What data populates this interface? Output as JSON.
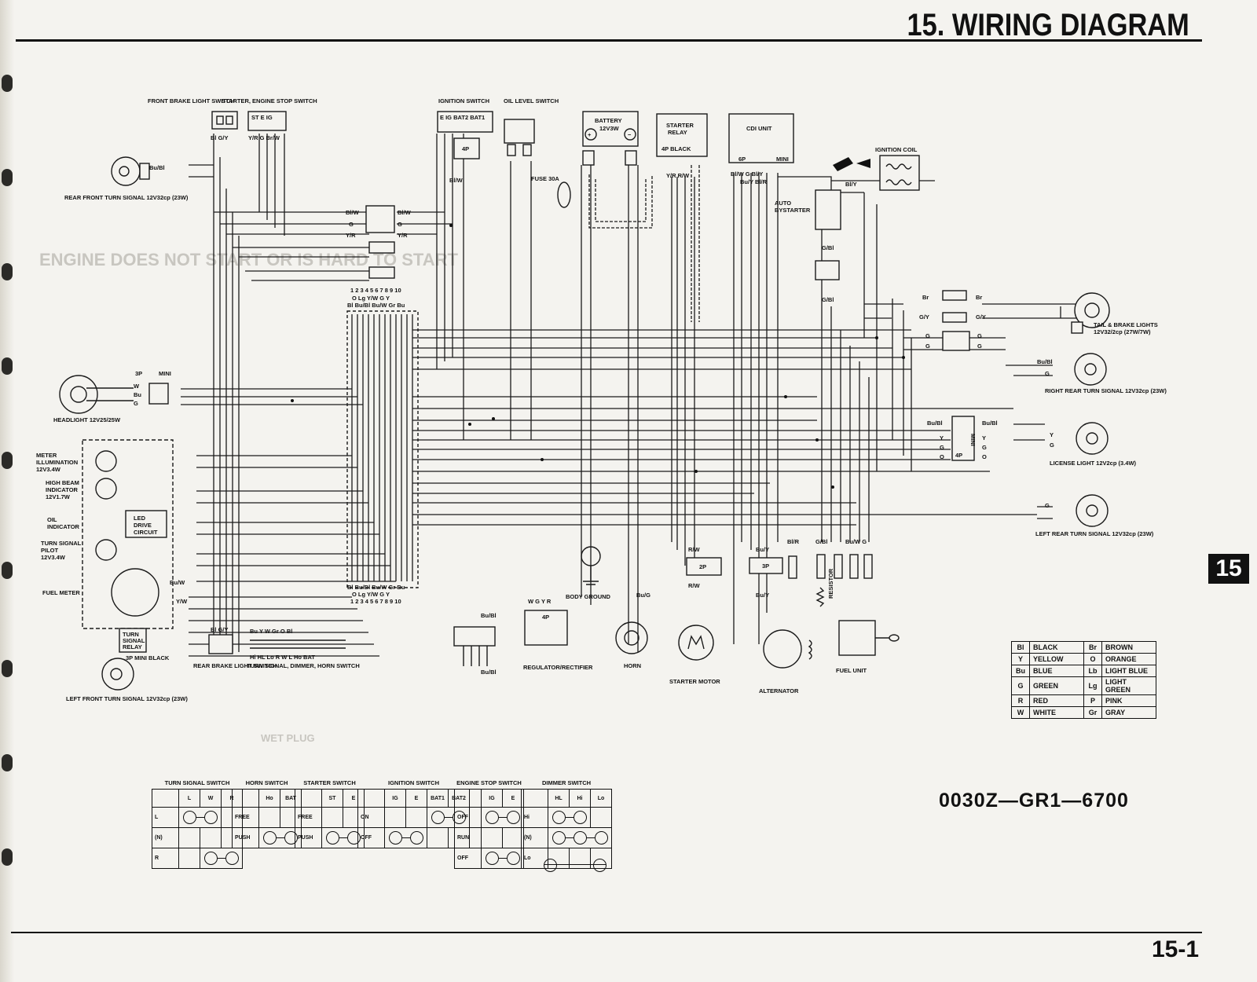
{
  "page": {
    "title": "15. WIRING DIAGRAM",
    "page_number": "15-1",
    "section_tab": "15",
    "part_number": "0030Z—GR1—6700"
  },
  "ghost_text": {
    "heading": "ENGINE DOES NOT START OR IS HARD TO START",
    "wet_plug": "WET PLUG"
  },
  "components": {
    "front_brake_light_switch": "FRONT BRAKE LIGHT SWITCH",
    "starter_engine_stop_switch": "STARTER, ENGINE STOP SWITCH",
    "ignition_switch": "IGNITION SWITCH",
    "oil_level_switch": "OIL LEVEL SWITCH",
    "battery": "BATTERY",
    "battery_rating": "12V3W",
    "starter_relay": "STARTER RELAY",
    "starter_relay_conn": "4P BLACK",
    "cdi_unit": "CDI UNIT",
    "ignition_coil": "IGNITION COIL",
    "auto_bystarter": "AUTO BYSTARTER",
    "fuse": "FUSE 30A",
    "rear_front_turn_signal": "REAR FRONT TURN SIGNAL  12V32cp (23W)",
    "headlight": "HEADLIGHT 12V25/25W",
    "headlight_conn_3p": "3P",
    "headlight_conn_mini": "MINI",
    "meter_illumination": "METER ILLUMINATION 12V3.4W",
    "high_beam_indicator": "HIGH BEAM INDICATOR 12V1.7W",
    "oil_indicator": "OIL INDICATOR",
    "led_drive_circuit": "LED DRIVE CIRCUIT",
    "turn_signal_pilot": "TURN SIGNAL PILOT 12V3.4W",
    "fuel_meter": "FUEL METER",
    "turn_signal_relay": "TURN SIGNAL RELAY",
    "conn_3p_mini_black": "3P  MINI  BLACK",
    "rear_brake_light_switch": "REAR BRAKE LIGHT SWITCH",
    "turn_dimmer_horn_switch": "TURN SIGNAL, DIMMER, HORN SWITCH",
    "left_front_turn_signal": "LEFT FRONT TURN SIGNAL 12V32cp (23W)",
    "body_ground": "BODY GROUND",
    "regulator_rectifier": "REGULATOR/RECTIFIER",
    "horn": "HORN",
    "starter_motor": "STARTER MOTOR",
    "alternator": "ALTERNATOR",
    "fuel_unit": "FUEL UNIT",
    "resistor": "RESISTOR",
    "tail_brake_lights": "TAIL & BRAKE LIGHTS 12V32/2cp (27W/7W)",
    "right_rear_turn_signal": "RIGHT REAR TURN SIGNAL  12V32cp (23W)",
    "license_light": "LICENSE LIGHT 12V2cp (3.4W)",
    "left_rear_turn_signal": "LEFT REAR TURN SIGNAL 12V32cp (23W)",
    "connector_10p_top_num": "1 2 3 4 5 6 7 8 9 10",
    "connector_10p_top_a": "O  Lg  Y/W  G   Y",
    "connector_10p_top_b": "Bl Bu/Bl Bu/W Gr  Bu",
    "connector_10p_bot_a": "Bl Bu/Bl Bu/W Gr  Bu",
    "connector_10p_bot_b": "O  Lg  Y/W  G   Y",
    "connector_10p_bot_num": "1 2 3 4 5 6 7 8 9 10"
  },
  "color_codes": [
    {
      "a1": "Bl",
      "n1": "BLACK",
      "a2": "Br",
      "n2": "BROWN"
    },
    {
      "a1": "Y",
      "n1": "YELLOW",
      "a2": "O",
      "n2": "ORANGE"
    },
    {
      "a1": "Bu",
      "n1": "BLUE",
      "a2": "Lb",
      "n2": "LIGHT BLUE"
    },
    {
      "a1": "G",
      "n1": "GREEN",
      "a2": "Lg",
      "n2": "LIGHT GREEN"
    },
    {
      "a1": "R",
      "n1": "RED",
      "a2": "P",
      "n2": "PINK"
    },
    {
      "a1": "W",
      "n1": "WHITE",
      "a2": "Gr",
      "n2": "GRAY"
    }
  ],
  "switch_tables": {
    "turn_signal": {
      "title": "TURN SIGNAL SWITCH",
      "cols": [
        "L",
        "W",
        "R"
      ],
      "rows": [
        "L",
        "(N)",
        "R"
      ]
    },
    "horn": {
      "title": "HORN SWITCH",
      "cols": [
        "Ho",
        "BAT"
      ],
      "rows": [
        "FREE",
        "PUSH"
      ]
    },
    "starter": {
      "title": "STARTER SWITCH",
      "cols": [
        "ST",
        "E"
      ],
      "rows": [
        "FREE",
        "PUSH"
      ]
    },
    "ignition": {
      "title": "IGNITION SWITCH",
      "cols": [
        "IG",
        "E",
        "BAT1",
        "BAT2"
      ],
      "rows": [
        "ON",
        "OFF"
      ]
    },
    "engine_stop": {
      "title": "ENGINE STOP SWITCH",
      "cols": [
        "IG",
        "E"
      ],
      "rows": [
        "OFF",
        "RUN",
        "OFF"
      ]
    },
    "dimmer": {
      "title": "DIMMER SWITCH",
      "cols": [
        "HL",
        "Hi",
        "Lo"
      ],
      "rows": [
        "Hi",
        "(N)",
        "Lo"
      ]
    }
  }
}
